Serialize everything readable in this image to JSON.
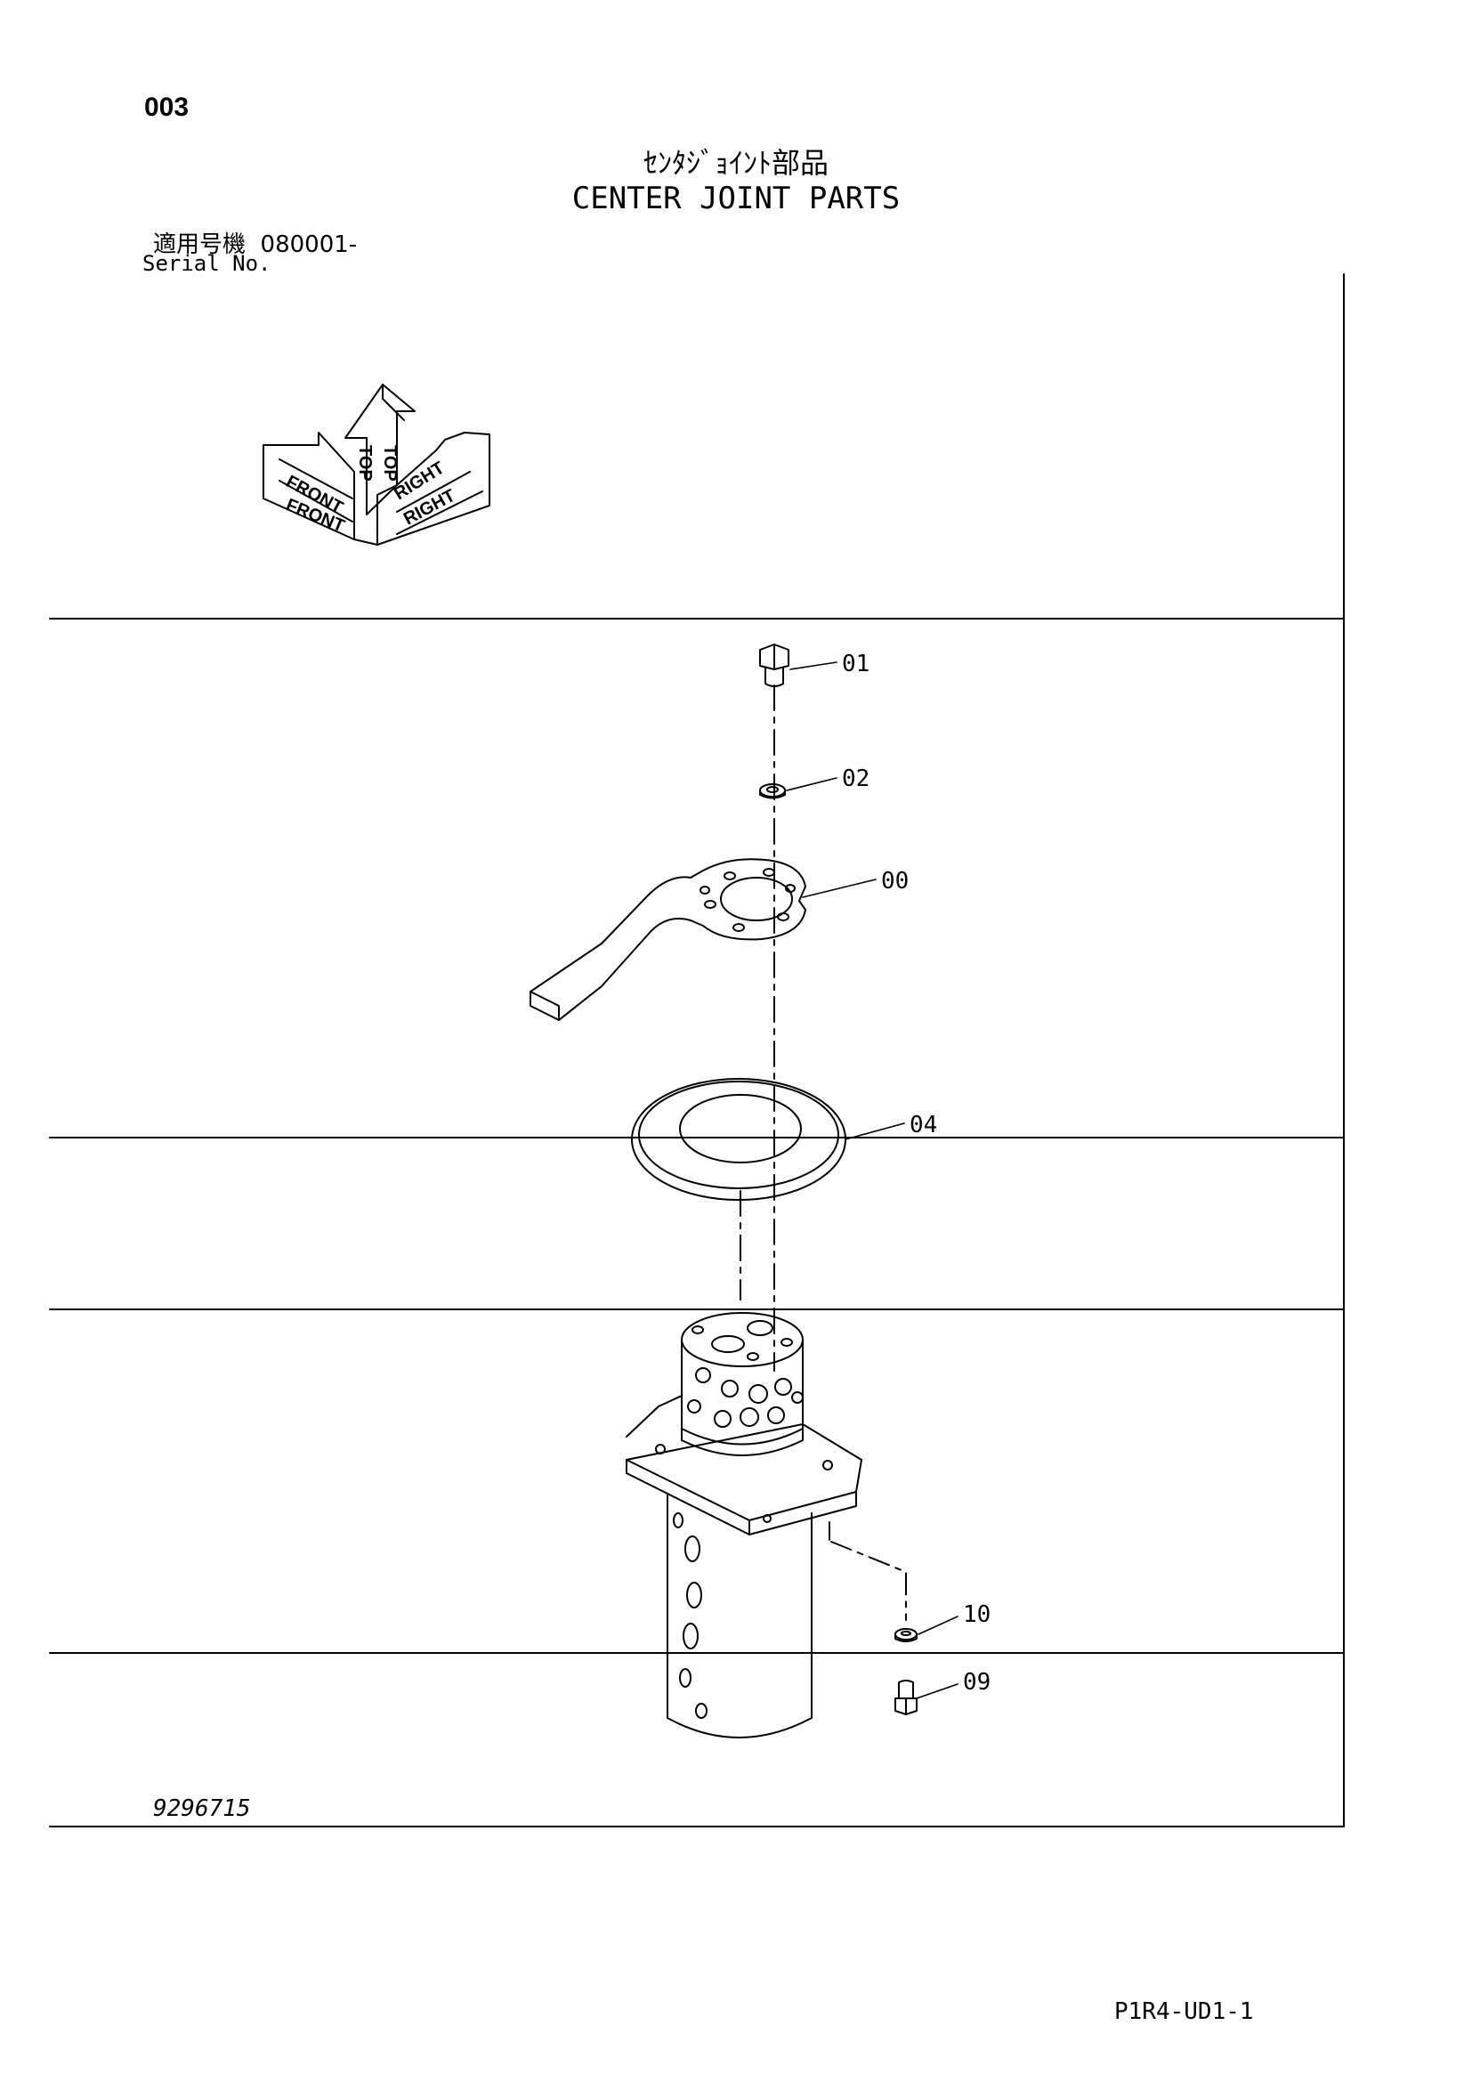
{
  "page_number": "003",
  "title_jp": "ｾﾝﾀｼﾞｮｲﾝﾄ部品",
  "title_en": "CENTER JOINT PARTS",
  "serial_label_jp": "適用号機",
  "serial_value": "080001-",
  "serial_label_en": "Serial No.",
  "orientation": {
    "front": "FRONT",
    "top": "TOP",
    "right": "RIGHT"
  },
  "parts": [
    {
      "ref": "01"
    },
    {
      "ref": "02"
    },
    {
      "ref": "00"
    },
    {
      "ref": "04"
    },
    {
      "ref": "10"
    },
    {
      "ref": "09"
    }
  ],
  "drawing_number": "9296715",
  "reference_code": "P1R4-UD1-1"
}
